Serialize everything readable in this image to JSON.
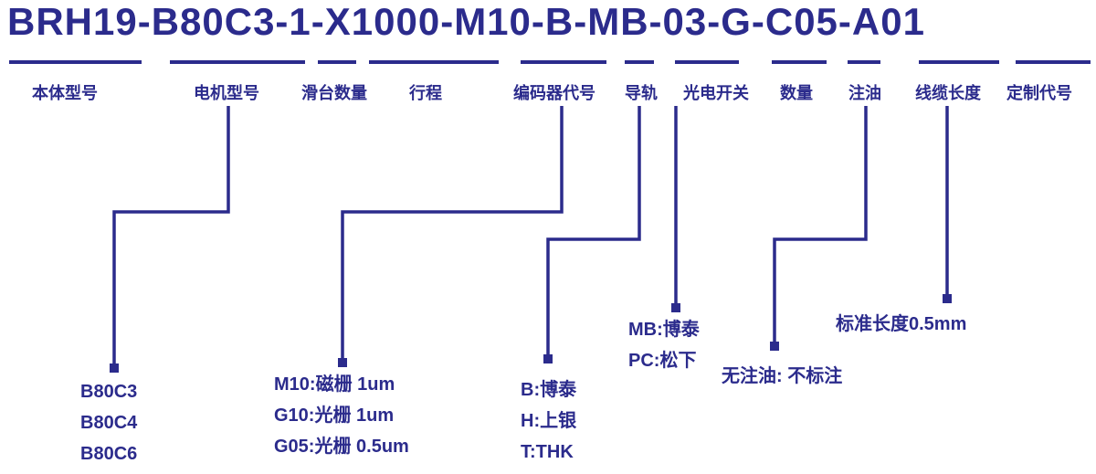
{
  "colors": {
    "accent": "#2b2b8c",
    "background": "#ffffff"
  },
  "title": "BRH19-B80C3-1-X1000-M10-B-MB-03-G-C05-A01",
  "segment_labels": {
    "body_model": "本体型号",
    "motor_model": "电机型号",
    "slider_qty": "滑台数量",
    "stroke": "行程",
    "encoder_code": "编码器代号",
    "guide_rail": "导轨",
    "photo_switch": "光电开关",
    "quantity": "数量",
    "oil": "注油",
    "cable_length": "线缆长度",
    "custom_code": "定制代号"
  },
  "annotations": {
    "motor_models": [
      "B80C3",
      "B80C4",
      "B80C6"
    ],
    "encoder_options": [
      "M10:磁栅 1um",
      "G10:光栅  1um",
      "G05:光栅 0.5um"
    ],
    "rail_options": [
      "B:博泰",
      "H:上银",
      "T:THK"
    ],
    "switch_options": [
      "MB:博泰",
      "PC:松下"
    ],
    "oil_note": "无注油: 不标注",
    "cable_note": "标准长度0.5mm"
  }
}
